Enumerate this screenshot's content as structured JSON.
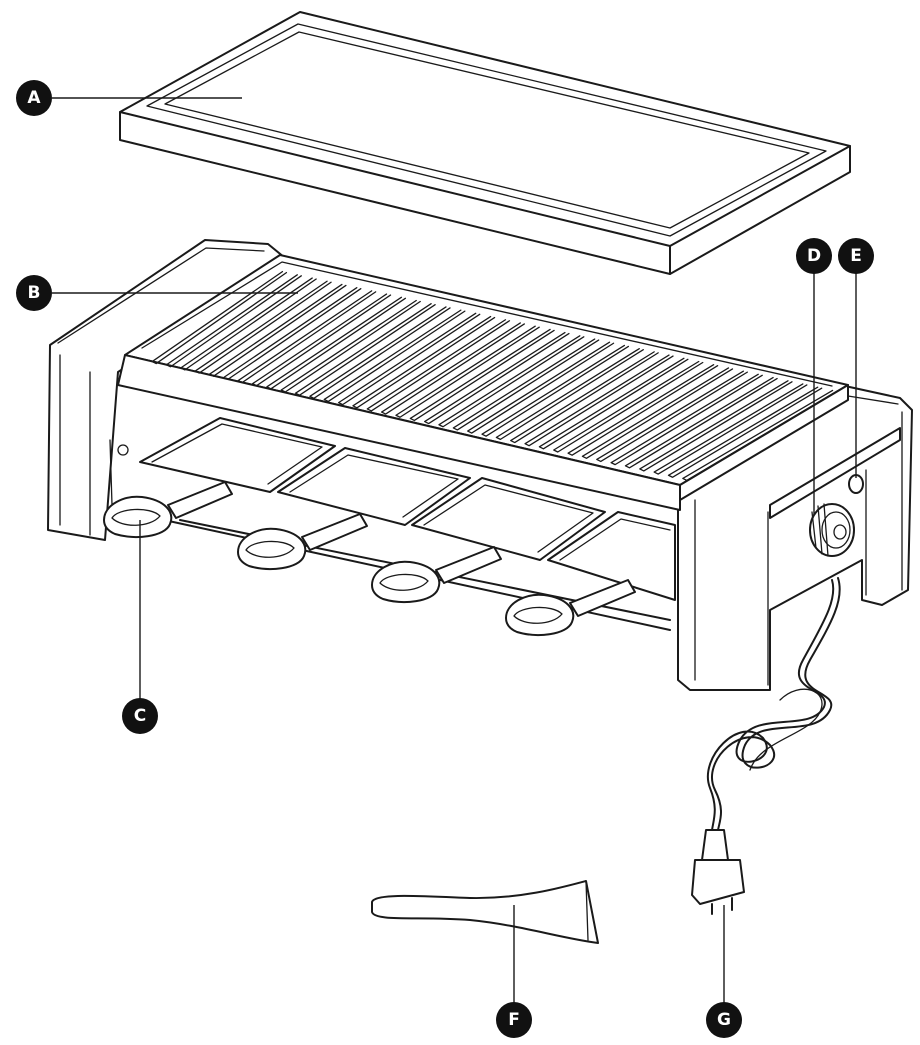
{
  "callouts": {
    "a": "A",
    "b": "B",
    "c": "C",
    "d": "D",
    "e": "E",
    "f": "F",
    "g": "G"
  },
  "colors": {
    "line": "#1a1a1a",
    "badge": "#111111",
    "badge_text": "#ffffff",
    "background": "#ffffff"
  }
}
